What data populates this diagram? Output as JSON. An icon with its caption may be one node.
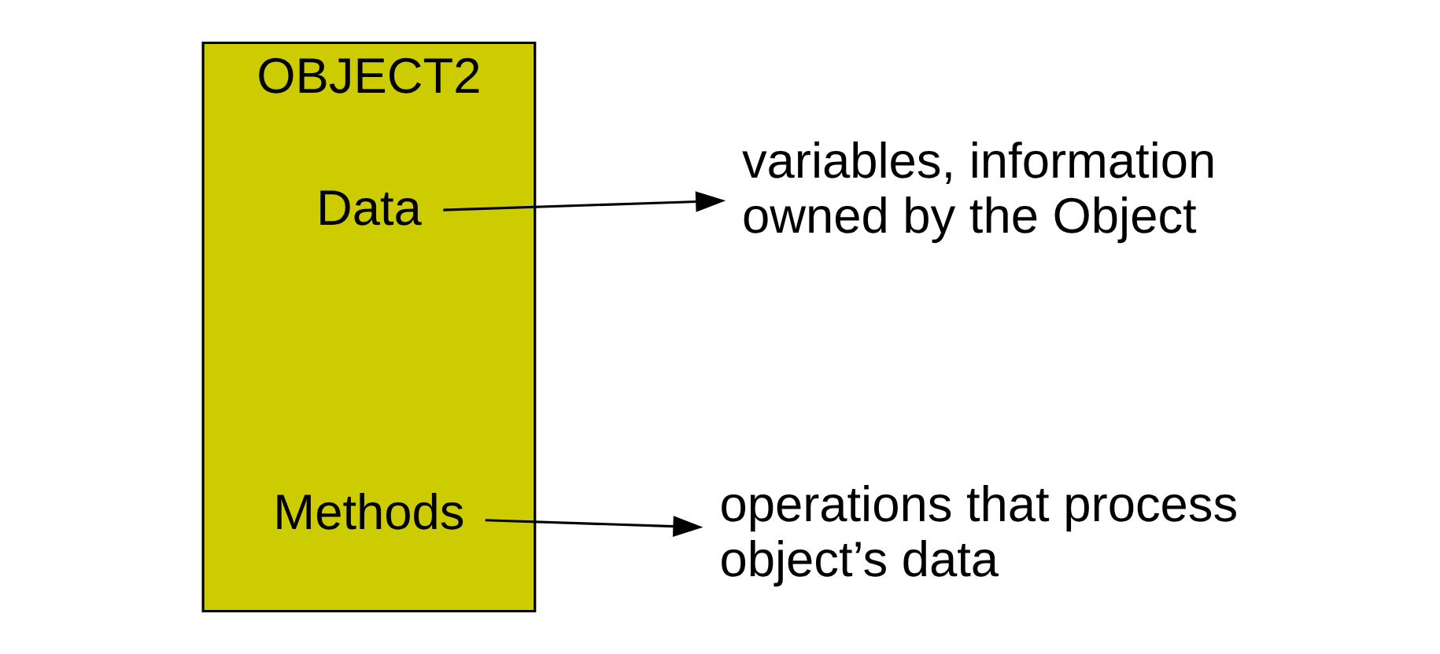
{
  "diagram": {
    "nodes": [
      {
        "text": [
          "OBJECT2"
        ]
      },
      {
        "text": [
          "Data"
        ],
        "in": 0
      },
      {
        "text": [
          "Methods"
        ],
        "in": 0
      },
      {
        "text": [
          "variables, information owned by the Object"
        ]
      },
      {
        "text": [
          "operations that process object’s data"
        ]
      }
    ],
    "edges": [
      {
        "from": 1,
        "to": 3,
        "arrow": "to"
      },
      {
        "from": 2,
        "to": 4,
        "arrow": "to"
      }
    ]
  }
}
